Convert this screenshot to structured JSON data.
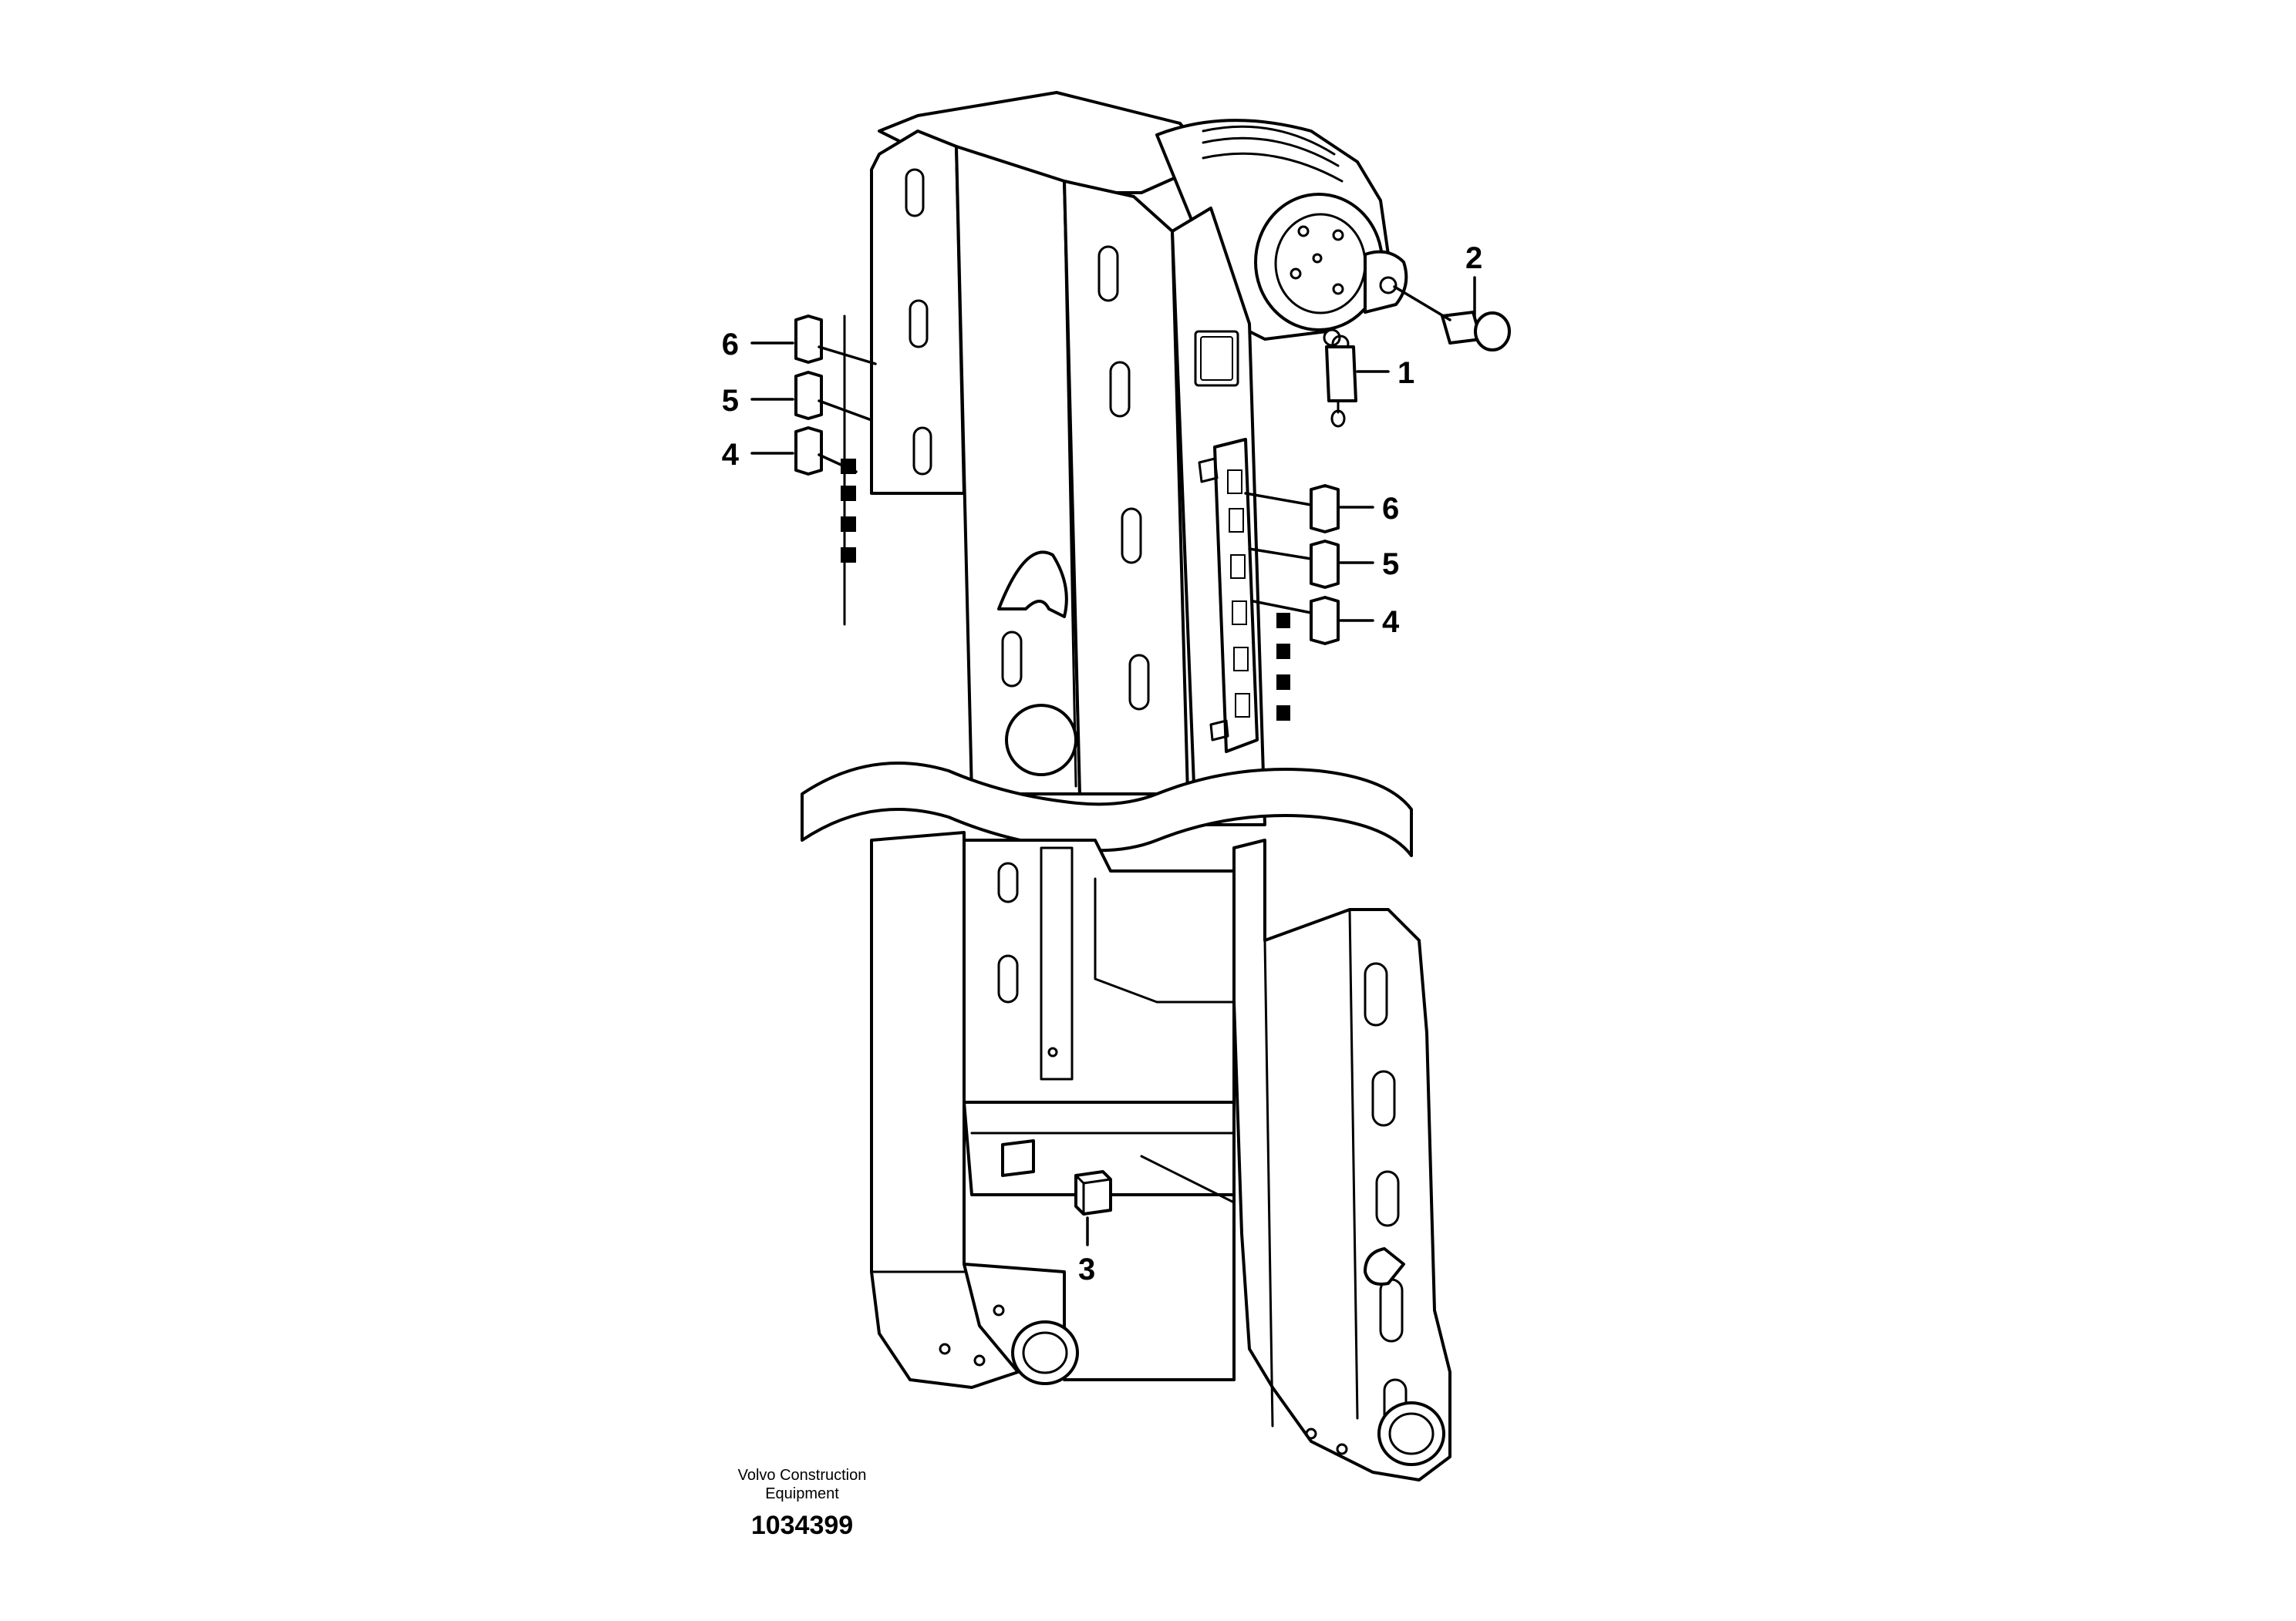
{
  "callouts": {
    "c1": "1",
    "c2": "2",
    "c3": "3",
    "c4_left": "4",
    "c5_left": "5",
    "c6_left": "6",
    "c4_right": "4",
    "c5_right": "5",
    "c6_right": "6"
  },
  "footer": {
    "company_line1": "Volvo Construction",
    "company_line2": "Equipment",
    "document_number": "1034399"
  }
}
